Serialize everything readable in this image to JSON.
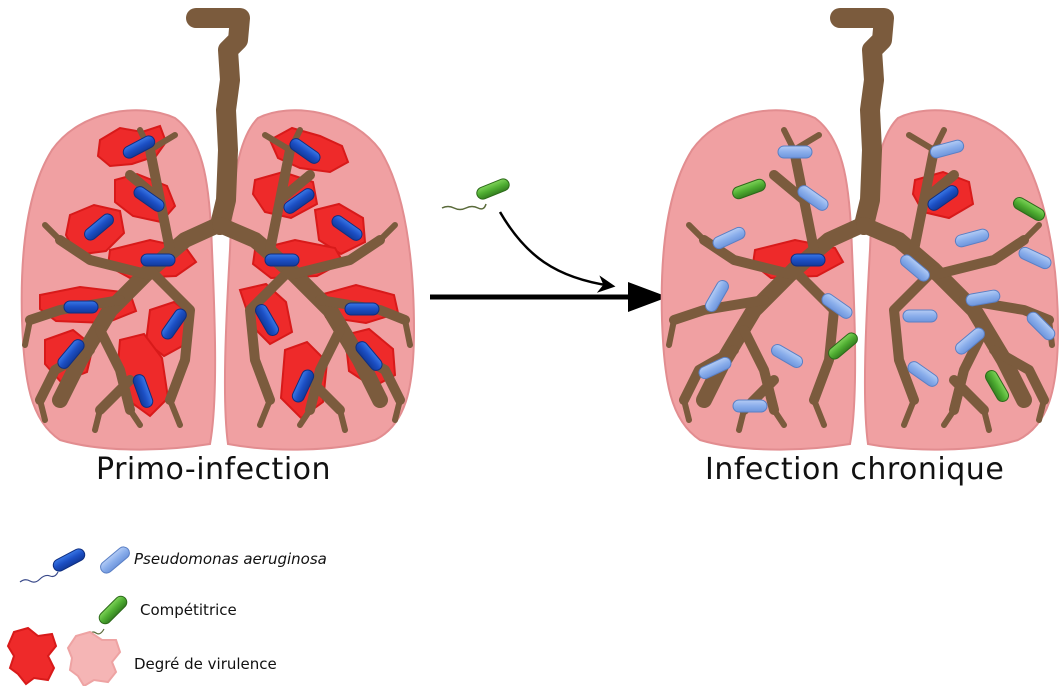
{
  "captions": {
    "left": "Primo-infection",
    "right": "Infection chronique"
  },
  "legend": [
    {
      "label": "Pseudomonas aeruginosa",
      "icon": "pseudomonas-icon"
    },
    {
      "label": "Compétitrice",
      "icon": "competitor-icon"
    },
    {
      "label": "Degré de virulence",
      "icon": "virulence-icon"
    }
  ],
  "colors": {
    "lung": "#f0a0a2",
    "lung_edge": "#e89090",
    "airway": "#7b5b3d",
    "virulence_high": "#ee2a2a",
    "virulence_low": "#f5b5b5",
    "bacteria_virulent": "#1f55c8",
    "bacteria_chronic": "#8fb2ec",
    "competitor": "#5ab43c"
  }
}
